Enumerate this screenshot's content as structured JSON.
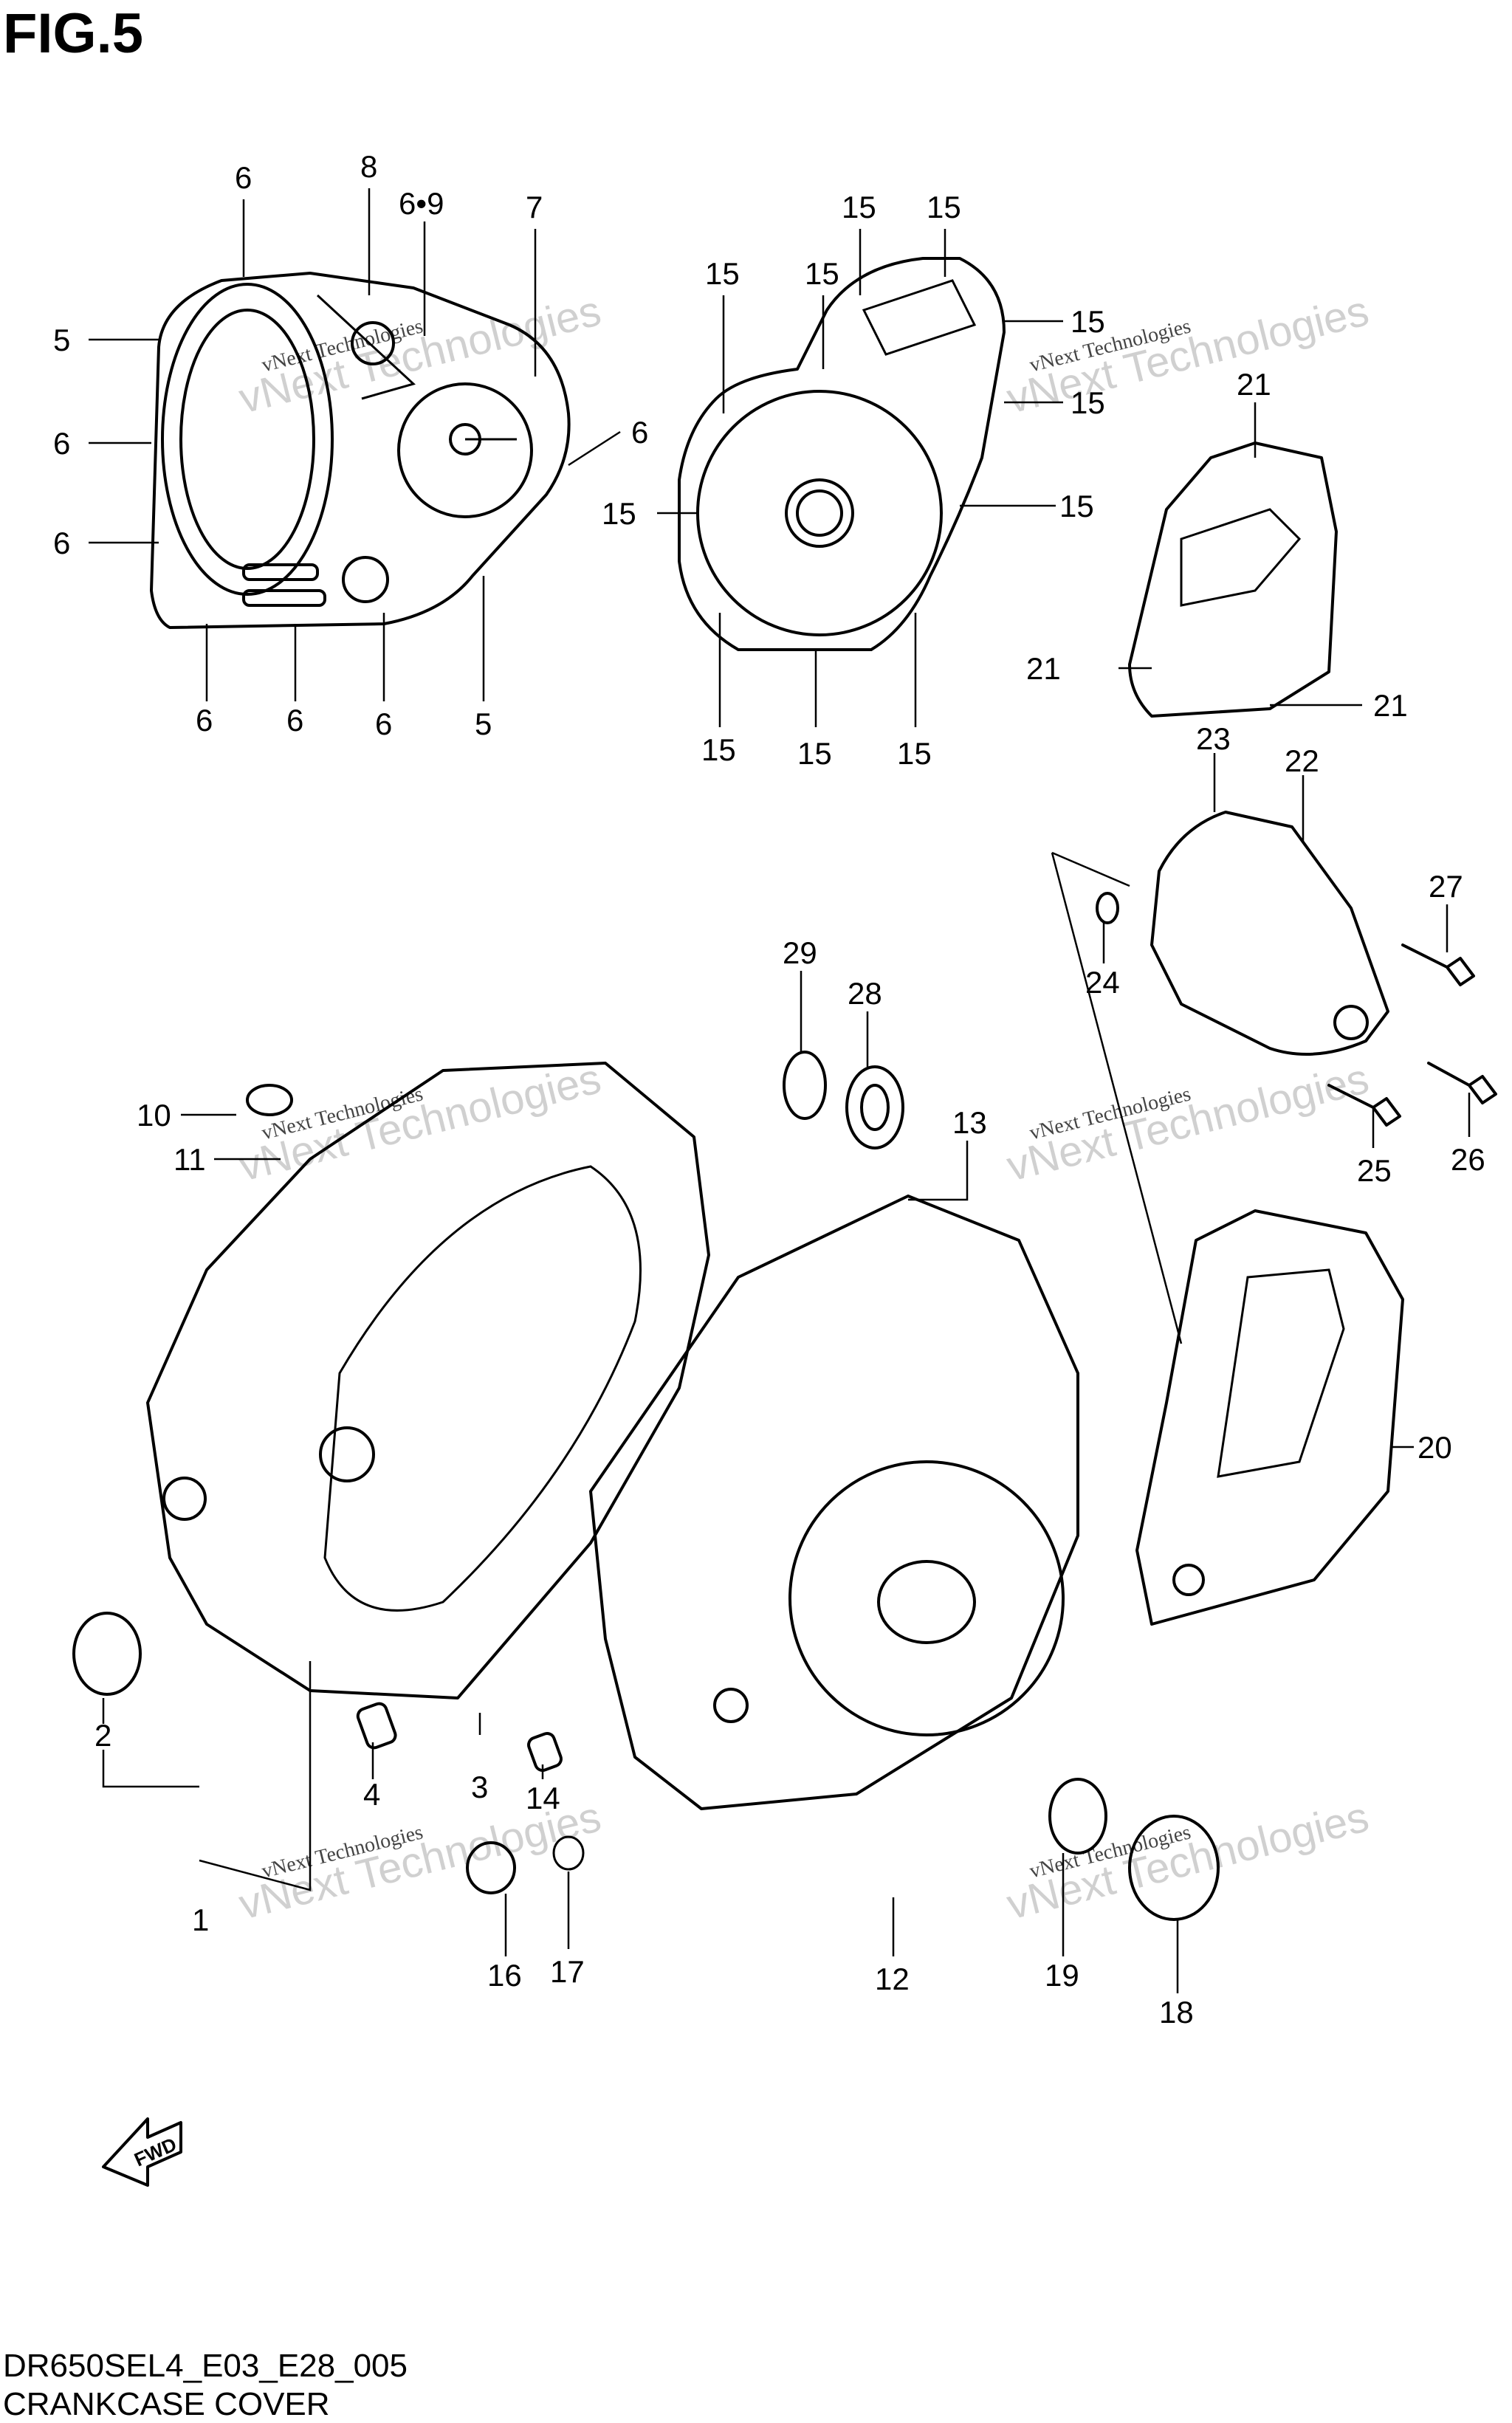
{
  "header": {
    "figure": "FIG.5"
  },
  "footer": {
    "model_code": "DR650SEL4_E03_E28_005",
    "section_title": "CRANKCASE COVER"
  },
  "watermark": {
    "main": "vNext Technologies",
    "sub": "vNext Technologies"
  },
  "fwd_arrow": {
    "label": "FWD"
  },
  "callouts": [
    {
      "id": "c1",
      "text": "6"
    },
    {
      "id": "c2",
      "text": "8"
    },
    {
      "id": "c3",
      "text": "6•9"
    },
    {
      "id": "c4",
      "text": "7"
    },
    {
      "id": "c5",
      "text": "5"
    },
    {
      "id": "c6",
      "text": "6"
    },
    {
      "id": "c7",
      "text": "6"
    },
    {
      "id": "c8",
      "text": "6"
    },
    {
      "id": "c9",
      "text": "6"
    },
    {
      "id": "c10",
      "text": "6"
    },
    {
      "id": "c11",
      "text": "6"
    },
    {
      "id": "c12",
      "text": "5"
    },
    {
      "id": "c13",
      "text": "15"
    },
    {
      "id": "c14",
      "text": "15"
    },
    {
      "id": "c15",
      "text": "15"
    },
    {
      "id": "c16",
      "text": "15"
    },
    {
      "id": "c17",
      "text": "15"
    },
    {
      "id": "c18",
      "text": "15"
    },
    {
      "id": "c19",
      "text": "15"
    },
    {
      "id": "c20",
      "text": "15"
    },
    {
      "id": "c21",
      "text": "15"
    },
    {
      "id": "c22",
      "text": "15"
    },
    {
      "id": "c23",
      "text": "15"
    },
    {
      "id": "c24",
      "text": "21"
    },
    {
      "id": "c25",
      "text": "21"
    },
    {
      "id": "c26",
      "text": "21"
    },
    {
      "id": "c27",
      "text": "23"
    },
    {
      "id": "c28",
      "text": "22"
    },
    {
      "id": "c29",
      "text": "27"
    },
    {
      "id": "c30",
      "text": "24"
    },
    {
      "id": "c31",
      "text": "29"
    },
    {
      "id": "c32",
      "text": "28"
    },
    {
      "id": "c33",
      "text": "13"
    },
    {
      "id": "c34",
      "text": "10"
    },
    {
      "id": "c35",
      "text": "11"
    },
    {
      "id": "c36",
      "text": "25"
    },
    {
      "id": "c37",
      "text": "26"
    },
    {
      "id": "c38",
      "text": "20"
    },
    {
      "id": "c39",
      "text": "2"
    },
    {
      "id": "c40",
      "text": "4"
    },
    {
      "id": "c41",
      "text": "3"
    },
    {
      "id": "c42",
      "text": "14"
    },
    {
      "id": "c43",
      "text": "1"
    },
    {
      "id": "c44",
      "text": "16"
    },
    {
      "id": "c45",
      "text": "17"
    },
    {
      "id": "c46",
      "text": "12"
    },
    {
      "id": "c47",
      "text": "19"
    },
    {
      "id": "c48",
      "text": "18"
    }
  ]
}
